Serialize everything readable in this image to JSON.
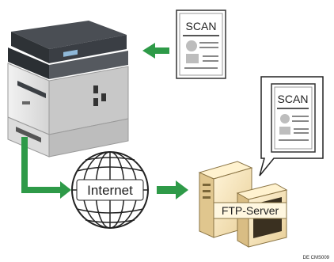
{
  "diagram": {
    "scan_doc_top_label": "SCAN",
    "scan_doc_bubble_label": "SCAN",
    "internet_label": "Internet",
    "ftp_server_label": "FTP-Server",
    "figure_code": "DE CMS009",
    "arrow_color": "#2e9a48"
  }
}
